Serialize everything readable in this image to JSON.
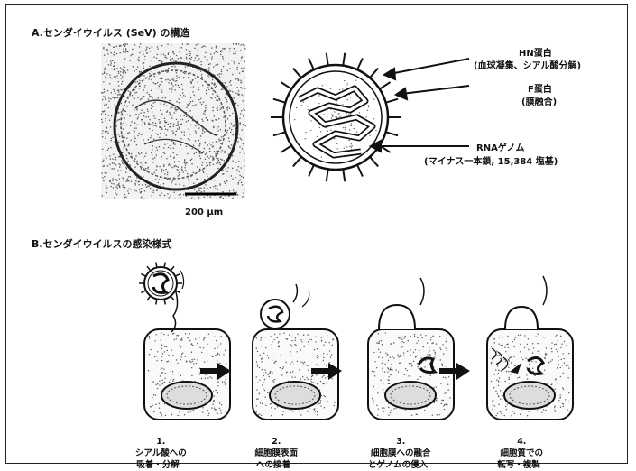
{
  "section_a": {
    "title": "A.センダイウイルス (SeV) の構造",
    "scale_bar": "200 μm",
    "labels": {
      "hn_name": "HN蛋白",
      "hn_desc": "(血球凝集、シアル酸分解)",
      "f_name": "F蛋白",
      "f_desc": "(膜融合)",
      "rna_name": "RNAゲノム",
      "rna_desc": "(マイナス一本鎖, 15,384 塩基)"
    }
  },
  "section_b": {
    "title": "B.センダイウイルスの感染様式",
    "steps": [
      {
        "number": "1.",
        "text": "シアル酸への\n吸着・分解"
      },
      {
        "number": "2.",
        "text": "細胞膜表面\nへの接着"
      },
      {
        "number": "3.",
        "text": "細胞膜への融合\nとゲノムの侵入"
      },
      {
        "number": "4.",
        "text": "細胞質での\n転写・複製"
      }
    ]
  },
  "colors": {
    "ink": "#111111",
    "background": "#ffffff",
    "stipple": "#555555"
  }
}
